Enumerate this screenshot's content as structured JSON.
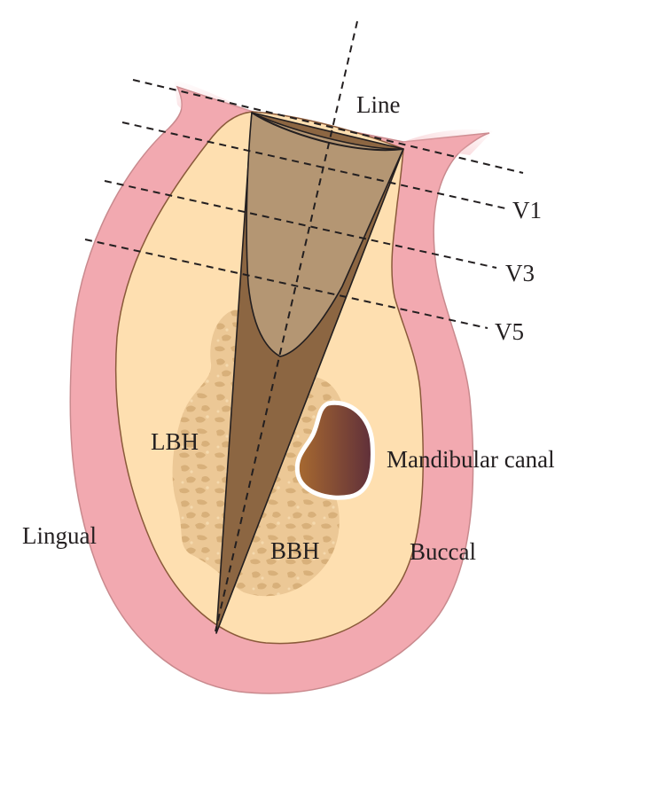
{
  "labels": {
    "line": "Line",
    "v1": "V1",
    "v3": "V3",
    "v5": "V5",
    "lbh": "LBH",
    "bbh": "BBH",
    "mandibular_canal": "Mandibular canal",
    "lingual": "Lingual",
    "buccal": "Buccal"
  },
  "colors": {
    "gingiva": "#f2a9b0",
    "gingiva_outline": "#b8706f",
    "bone": "#fedfb0",
    "bone_outline": "#8a5a3a",
    "cancellous": "#ecc896",
    "cancellous_spot": "#d8b07a",
    "root_outer": "#8c6642",
    "root_inner": "#b49673",
    "canal_light": "#a86a30",
    "canal_dark": "#5f2f3a",
    "line": "#231f20"
  }
}
